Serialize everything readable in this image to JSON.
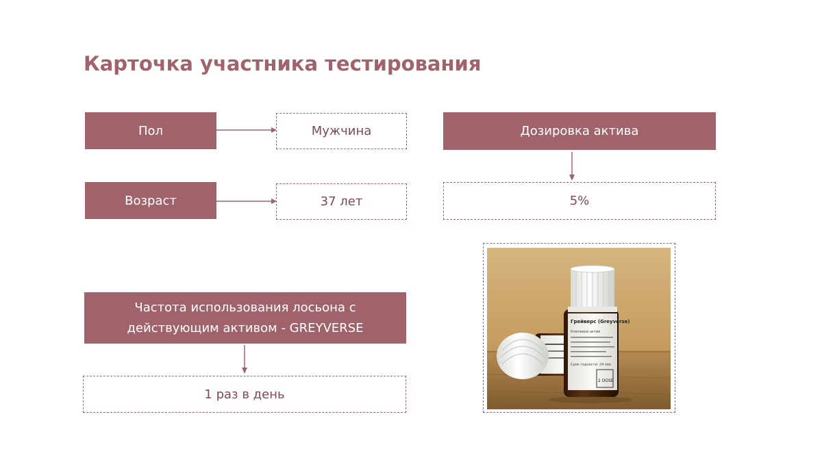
{
  "slide": {
    "title": "Карточка участника тестирования"
  },
  "fields": {
    "gender": {
      "label": "Пол",
      "value": "Мужчина"
    },
    "age": {
      "label": "Возраст",
      "value": "37 лет"
    },
    "dosage": {
      "label": "Дозировка актива",
      "value": "5%"
    },
    "frequency": {
      "label_line1": "Частота использования лосьона с",
      "label_line2": "действующим активом - GREYVERSE",
      "value": "1 раз в день"
    }
  },
  "product_photo": {
    "bottle_label_text": "Грейверс (Greyverse)",
    "bottle_label_line2": "Ключевой актив",
    "bottle_label_line3": "Срок годности: 24 мес",
    "bottle_label_line4": "2 DOSE"
  },
  "colors": {
    "accent": "#a0636b",
    "value_text": "#7d4a51",
    "wood_light": "#c9a56f",
    "wood_dark": "#8a6536",
    "bottle_glass": "#4a2a12",
    "cap": "#f4f4f2"
  }
}
